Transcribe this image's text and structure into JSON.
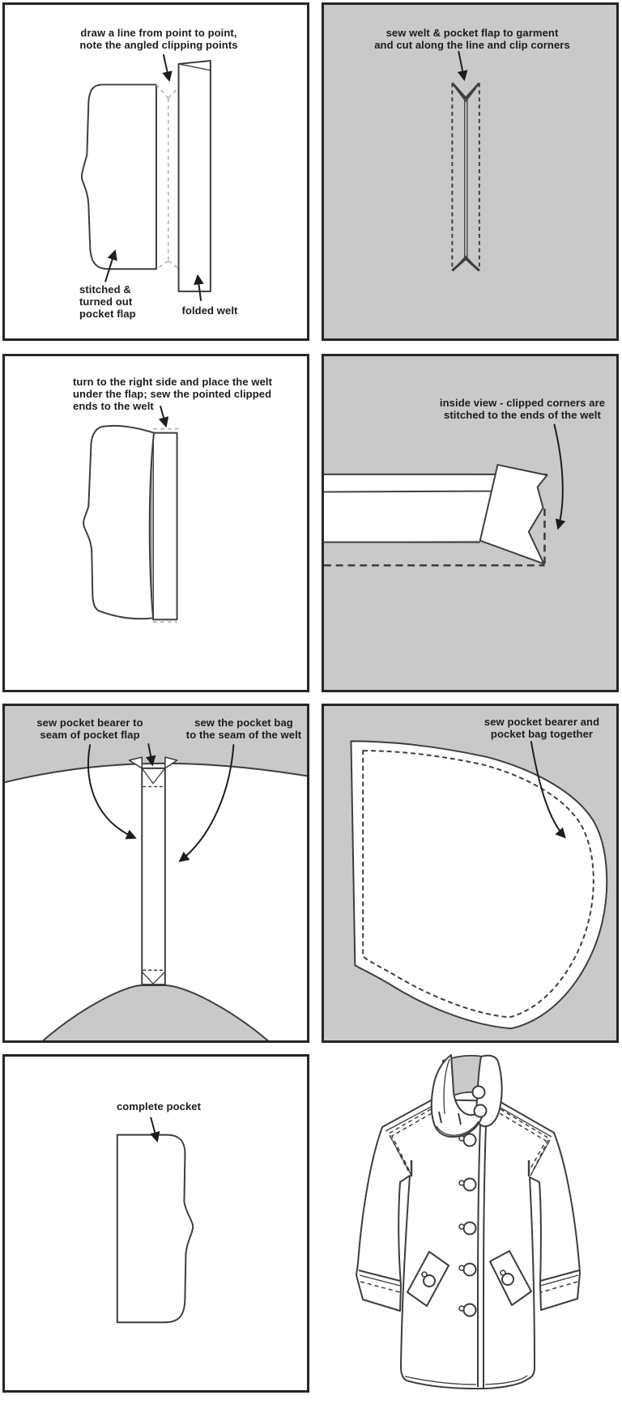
{
  "colors": {
    "panel_gray": "#c9c9c9",
    "line": "#3d3d3d",
    "border": "#262626",
    "text": "#1c1c1c",
    "seam_shadow": "#a8a8a8",
    "clip_line_gray": "#b2b2b2"
  },
  "panels": {
    "p1": {
      "caption": "draw a line from point to point,\nnote the angled clipping points",
      "label_flap": "stitched &\nturned out\npocket flap",
      "label_welt": "folded welt"
    },
    "p2": {
      "caption": "sew welt & pocket flap to garment\nand cut along the line and clip corners"
    },
    "p3": {
      "caption": "turn to the right side and place the welt\nunder the flap; sew the pointed clipped\nends to the welt"
    },
    "p4": {
      "caption": "inside view - clipped corners are\nstitched to the ends of the welt"
    },
    "p5": {
      "caption_left": "sew pocket bearer to\nseam of pocket flap",
      "caption_right": "sew the pocket bag\nto the seam of the welt"
    },
    "p6": {
      "caption": "sew pocket bearer and\npocket bag together"
    },
    "p7": {
      "caption": "complete pocket"
    }
  }
}
